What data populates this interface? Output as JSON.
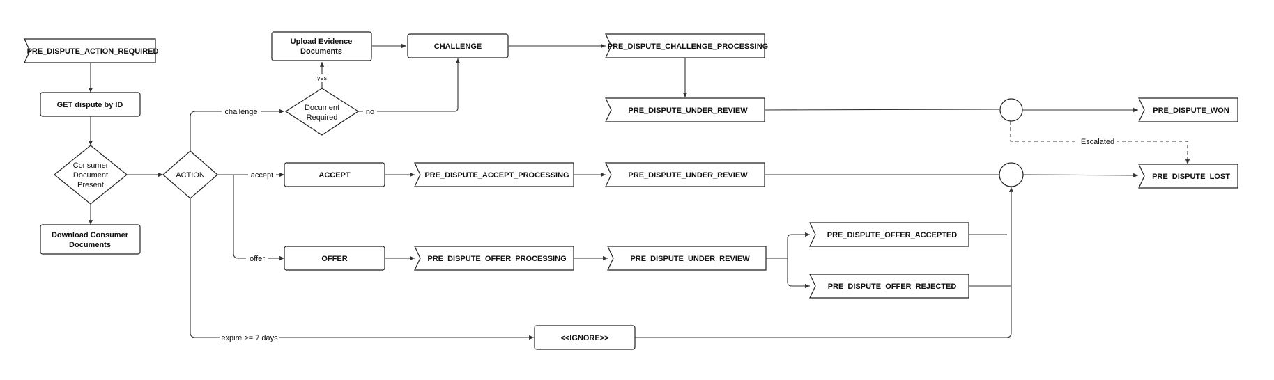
{
  "nodes": {
    "pre_dispute_action_required": "PRE_DISPUTE_ACTION_REQUIRED",
    "get_dispute_by_id": "GET dispute by ID",
    "consumer_document_present": [
      "Consumer",
      "Document",
      "Present"
    ],
    "download_consumer_documents": [
      "Download Consumer",
      "Documents"
    ],
    "action": "ACTION",
    "upload_evidence_documents": [
      "Upload Evidence",
      "Documents"
    ],
    "document_required": [
      "Document",
      "Required"
    ],
    "challenge": "CHALLENGE",
    "pre_dispute_challenge_processing": "PRE_DISPUTE_CHALLENGE_PROCESSING",
    "under_review_challenge": "PRE_DISPUTE_UNDER_REVIEW",
    "accept": "ACCEPT",
    "pre_dispute_accept_processing": "PRE_DISPUTE_ACCEPT_PROCESSING",
    "under_review_accept": "PRE_DISPUTE_UNDER_REVIEW",
    "offer": "OFFER",
    "pre_dispute_offer_processing": "PRE_DISPUTE_OFFER_PROCESSING",
    "under_review_offer": "PRE_DISPUTE_UNDER_REVIEW",
    "pre_dispute_offer_accepted": "PRE_DISPUTE_OFFER_ACCEPTED",
    "pre_dispute_offer_rejected": "PRE_DISPUTE_OFFER_REJECTED",
    "ignore": "<<IGNORE>>",
    "pre_dispute_won": "PRE_DISPUTE_WON",
    "pre_dispute_lost": "PRE_DISPUTE_LOST"
  },
  "edges": {
    "challenge": "challenge",
    "accept": "accept",
    "offer": "offer",
    "expire": "expire >= 7 days",
    "yes": "yes",
    "no": "no",
    "escalated": "Escalated"
  }
}
